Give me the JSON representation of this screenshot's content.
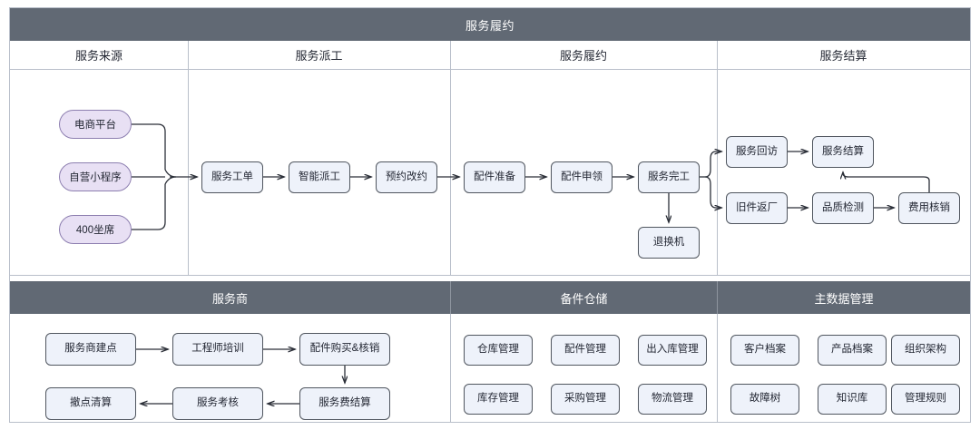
{
  "diagram": {
    "title": "服务履约",
    "top_columns": [
      {
        "label": "服务来源"
      },
      {
        "label": "服务派工"
      },
      {
        "label": "服务履约"
      },
      {
        "label": "服务结算"
      }
    ],
    "bottom_columns": [
      {
        "label": "服务商"
      },
      {
        "label": "备件仓储"
      },
      {
        "label": "主数据管理"
      }
    ],
    "colors": {
      "band": "#616974",
      "band_text": "#ffffff",
      "node_fill": "#eef2fa",
      "node_border": "#50565f",
      "pill_fill": "#e8e0f4",
      "pill_border": "#8d7fb0",
      "grid_line": "#b9bfca",
      "connector": "#2b2f38"
    },
    "sources": [
      {
        "label": "电商平台"
      },
      {
        "label": "自营小程序"
      },
      {
        "label": "400坐席"
      }
    ],
    "dispatch": [
      {
        "label": "服务工单"
      },
      {
        "label": "智能派工"
      },
      {
        "label": "预约改约"
      }
    ],
    "fulfillment": [
      {
        "label": "配件准备"
      },
      {
        "label": "配件申领"
      },
      {
        "label": "服务完工"
      },
      {
        "label": "退换机"
      }
    ],
    "settlement": [
      {
        "label": "服务回访"
      },
      {
        "label": "服务结算"
      },
      {
        "label": "旧件返厂"
      },
      {
        "label": "品质检测"
      },
      {
        "label": "费用核销"
      }
    ],
    "provider": [
      {
        "label": "服务商建点"
      },
      {
        "label": "工程师培训"
      },
      {
        "label": "配件购买&核销"
      },
      {
        "label": "服务费结算"
      },
      {
        "label": "服务考核"
      },
      {
        "label": "撤点清算"
      }
    ],
    "warehouse": [
      {
        "label": "仓库管理"
      },
      {
        "label": "配件管理"
      },
      {
        "label": "出入库管理"
      },
      {
        "label": "库存管理"
      },
      {
        "label": "采购管理"
      },
      {
        "label": "物流管理"
      }
    ],
    "masterdata": [
      {
        "label": "客户档案"
      },
      {
        "label": "产品档案"
      },
      {
        "label": "组织架构"
      },
      {
        "label": "故障树"
      },
      {
        "label": "知识库"
      },
      {
        "label": "管理规则"
      }
    ]
  }
}
